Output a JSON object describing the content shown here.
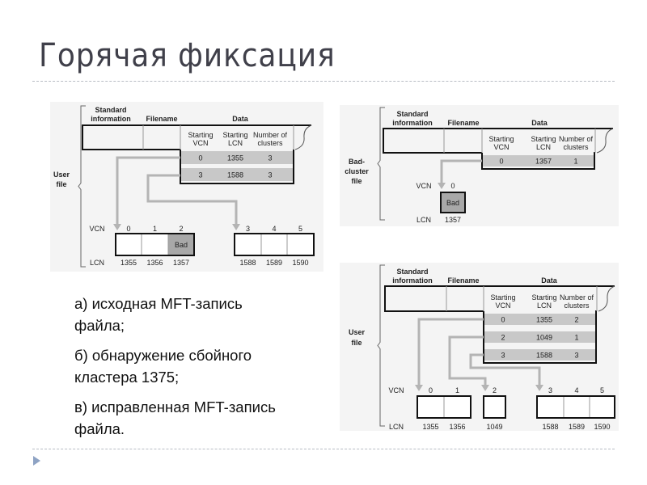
{
  "title": "Горячая фиксация",
  "bullets": [
    {
      "lines": [
        "а) исходная MFT-запись",
        "файла;"
      ]
    },
    {
      "lines": [
        "б) обнаружение сбойного",
        "кластера 1375;"
      ]
    },
    {
      "lines": [
        "в) исправленная MFT-запись",
        "файла."
      ]
    }
  ],
  "colors": {
    "row_fill": "#c8c8c8",
    "arrow": "#b4b4b4",
    "bad_fill": "#a8a8a8",
    "panel": "#f4f4f4"
  },
  "diagrams": [
    {
      "id": "original",
      "group_label": [
        "User",
        "file"
      ],
      "headers": {
        "std": [
          "Standard",
          "information"
        ],
        "filename": "Filename",
        "data": "Data"
      },
      "columns": [
        [
          "Starting",
          "VCN"
        ],
        [
          "Starting",
          "LCN"
        ],
        [
          "Number of",
          "clusters"
        ]
      ],
      "runs": [
        [
          "0",
          "1355",
          "3"
        ],
        [
          "3",
          "1588",
          "3"
        ]
      ],
      "vcn_label": "VCN",
      "lcn_label": "LCN",
      "clusters": [
        {
          "vcn": "0",
          "lcn": "1355",
          "content": ""
        },
        {
          "vcn": "1",
          "lcn": "1356",
          "content": ""
        },
        {
          "vcn": "2",
          "lcn": "1357",
          "content": "Bad"
        },
        {
          "vcn": "3",
          "lcn": "1588",
          "content": ""
        },
        {
          "vcn": "4",
          "lcn": "1589",
          "content": ""
        },
        {
          "vcn": "5",
          "lcn": "1590",
          "content": ""
        }
      ]
    },
    {
      "id": "bad-cluster",
      "group_label": [
        "Bad-",
        "cluster",
        "file"
      ],
      "headers": {
        "std": [
          "Standard",
          "information"
        ],
        "filename": "Filename",
        "data": "Data"
      },
      "columns": [
        [
          "Starting",
          "VCN"
        ],
        [
          "Starting",
          "LCN"
        ],
        [
          "Number of",
          "clusters"
        ]
      ],
      "runs": [
        [
          "0",
          "1357",
          "1"
        ]
      ],
      "vcn_label": "VCN",
      "lcn_label": "LCN",
      "clusters": [
        {
          "vcn": "0",
          "lcn": "1357",
          "content": "Bad"
        }
      ]
    },
    {
      "id": "fixed",
      "group_label": [
        "User",
        "file"
      ],
      "headers": {
        "std": [
          "Standard",
          "information"
        ],
        "filename": "Filename",
        "data": "Data"
      },
      "columns": [
        [
          "Starting",
          "VCN"
        ],
        [
          "Starting",
          "LCN"
        ],
        [
          "Number of",
          "clusters"
        ]
      ],
      "runs": [
        [
          "0",
          "1355",
          "2"
        ],
        [
          "2",
          "1049",
          "1"
        ],
        [
          "3",
          "1588",
          "3"
        ]
      ],
      "vcn_label": "VCN",
      "lcn_label": "LCN",
      "clusters": [
        {
          "vcn": "0",
          "lcn": "1355",
          "content": ""
        },
        {
          "vcn": "1",
          "lcn": "1356",
          "content": ""
        },
        {
          "vcn": "2",
          "lcn": "1049",
          "content": ""
        },
        {
          "vcn": "3",
          "lcn": "1588",
          "content": ""
        },
        {
          "vcn": "4",
          "lcn": "1589",
          "content": ""
        },
        {
          "vcn": "5",
          "lcn": "1590",
          "content": ""
        }
      ]
    }
  ]
}
